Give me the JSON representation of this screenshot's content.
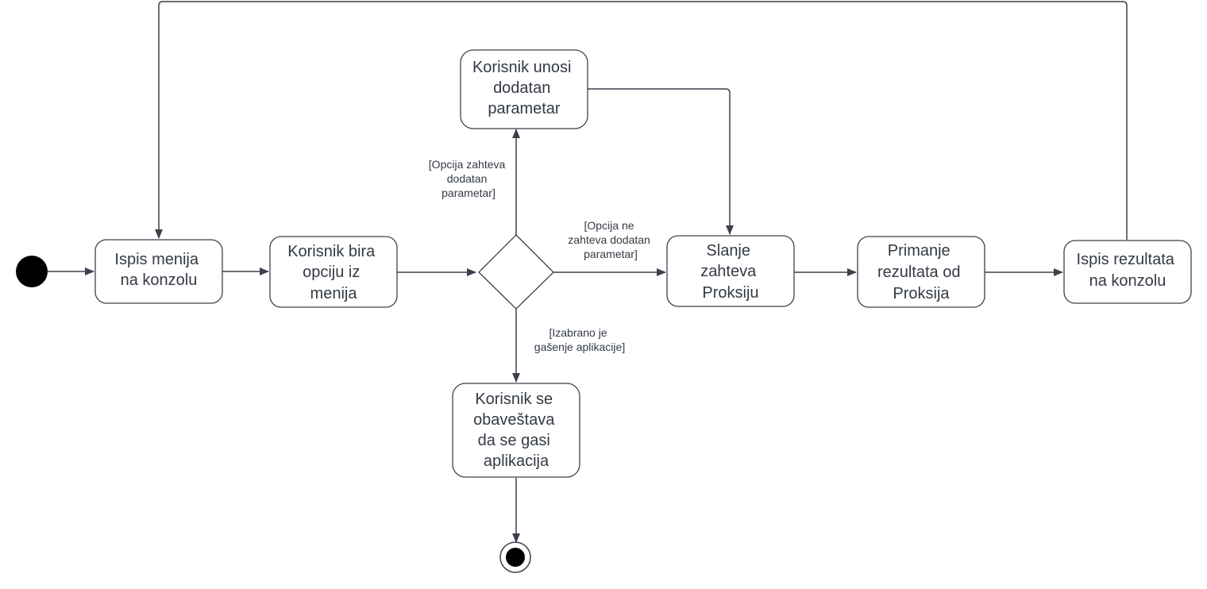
{
  "diagram": {
    "type": "uml-activity",
    "nodes": {
      "ispis_menija": [
        "Ispis menija",
        "na konzolu"
      ],
      "korisnik_bira": [
        "Korisnik bira",
        "opciju iz",
        "menija"
      ],
      "korisnik_unosi": [
        "Korisnik unosi",
        "dodatan",
        "parametar"
      ],
      "slanje": [
        "Slanje",
        "zahteva",
        "Proksiju"
      ],
      "primanje": [
        "Primanje",
        "rezultata od",
        "Proksija"
      ],
      "ispis_rezultata": [
        "Ispis rezultata",
        "na konzolu"
      ],
      "korisnik_obavestava": [
        "Korisnik se",
        "obaveštava",
        "da se gasi",
        "aplikacija"
      ]
    },
    "guards": {
      "zahteva_param": [
        "[Opcija zahteva",
        "dodatan",
        "parametar]"
      ],
      "ne_zahteva_param": [
        "[Opcija ne",
        "zahteva dodatan",
        "parametar]"
      ],
      "gasenje": [
        "[Izabrano je",
        "gašenje aplikacije]"
      ]
    },
    "colors": {
      "stroke": "#3c414d",
      "text": "#333a45",
      "fill": "#ffffff",
      "initial_node": "#000000"
    }
  }
}
